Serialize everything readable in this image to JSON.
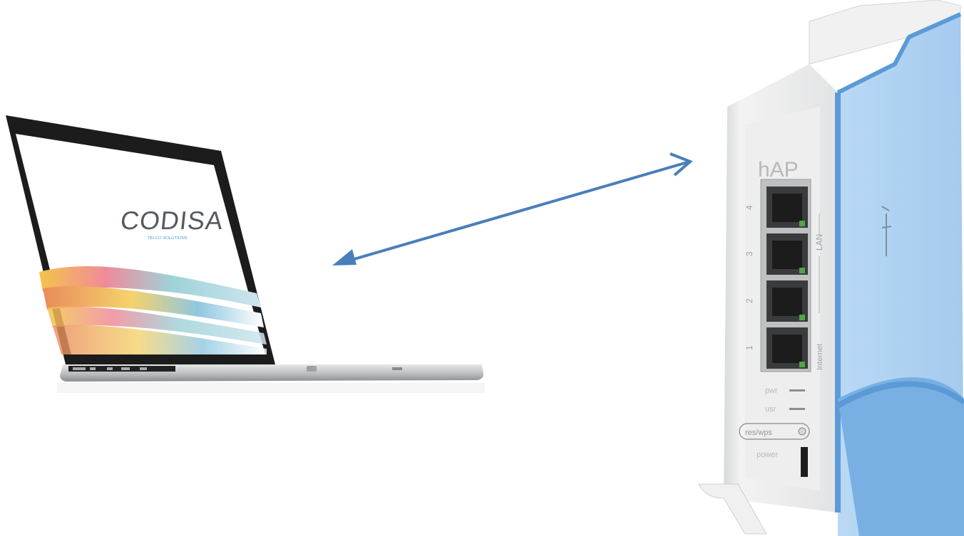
{
  "laptop": {
    "logo_text": "CODISA",
    "logo_tagline": "TELCO SOLUTIONS"
  },
  "router": {
    "brand": "hAP",
    "port_numbers": [
      "4",
      "3",
      "2",
      "1"
    ],
    "lan_label": "LAN",
    "internet_label": "Internet",
    "led_labels": [
      "pwr",
      "usr"
    ],
    "reset_label": "res/wps",
    "power_label": "power"
  },
  "connection": {
    "arrow": "bidirectional",
    "color": "#4a7ebb"
  },
  "colors": {
    "router_blue": "#a8cdf0",
    "router_edge": "#5b9ad6",
    "laptop_body": "#1a1a1a",
    "laptop_base": "#c9cbcd"
  }
}
